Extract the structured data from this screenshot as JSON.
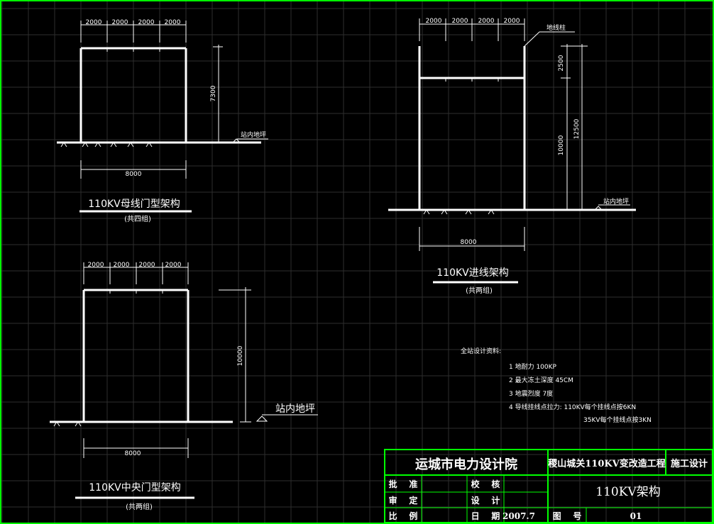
{
  "colors": {
    "background": "#000000",
    "frame": "#00ff00",
    "lines": "#ffffff",
    "grid": "#2e2e2e"
  },
  "frame1": {
    "spacings": [
      "2000",
      "2000",
      "2000",
      "2000"
    ],
    "height": "7300",
    "width": "8000",
    "ground_label": "站内地坪",
    "title": "110KV母线门型架构",
    "subtitle": "(共四组)"
  },
  "frame2": {
    "spacings": [
      "2000",
      "2000",
      "2000",
      "2000"
    ],
    "height": "10000",
    "width": "8000",
    "ground_label": "站内地坪",
    "title": "110KV中央门型架构",
    "subtitle": "(共两组)"
  },
  "frame3": {
    "spacings": [
      "2000",
      "2000",
      "2000",
      "2000"
    ],
    "post_label": "地线柱",
    "upper_height": "2500",
    "total_height": "12500",
    "lower_height": "10000",
    "width": "8000",
    "ground_label": "站内地坪",
    "title": "110KV进线架构",
    "subtitle": "(共两组)"
  },
  "notes": {
    "heading": "全站设计资料:",
    "items": [
      "1   地耐力 100KP",
      "2   最大冻土深度 45CM",
      "3   地震烈度 7度",
      "4   导线挂线点拉力: 110KV每个挂线点按6KN",
      "35KV每个挂线点按3KN"
    ]
  },
  "title_block": {
    "institute": "运城市电力设计院",
    "project": "稷山城关110KV变改造工程",
    "stage": "施工设计",
    "drawing_name": "110KV架构",
    "labels": {
      "approve": "批    准",
      "check": "校    核",
      "review": "审    定",
      "design": "设    计",
      "scale": "比    例",
      "date": "日    期",
      "drawing_no": "图    号"
    },
    "date_value": "2007.7",
    "drawing_no_value": "01"
  }
}
